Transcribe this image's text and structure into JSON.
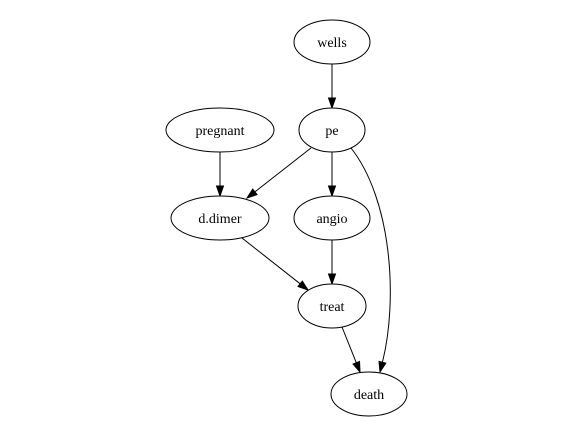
{
  "diagram": {
    "type": "directed-graph",
    "nodes": [
      {
        "id": "wells",
        "label": "wells"
      },
      {
        "id": "pregnant",
        "label": "pregnant"
      },
      {
        "id": "pe",
        "label": "pe"
      },
      {
        "id": "d.dimer",
        "label": "d.dimer"
      },
      {
        "id": "angio",
        "label": "angio"
      },
      {
        "id": "treat",
        "label": "treat"
      },
      {
        "id": "death",
        "label": "death"
      }
    ],
    "edges": [
      {
        "from": "wells",
        "to": "pe"
      },
      {
        "from": "pregnant",
        "to": "d.dimer"
      },
      {
        "from": "pe",
        "to": "d.dimer"
      },
      {
        "from": "pe",
        "to": "angio"
      },
      {
        "from": "pe",
        "to": "death"
      },
      {
        "from": "d.dimer",
        "to": "treat"
      },
      {
        "from": "angio",
        "to": "treat"
      },
      {
        "from": "treat",
        "to": "death"
      }
    ]
  }
}
